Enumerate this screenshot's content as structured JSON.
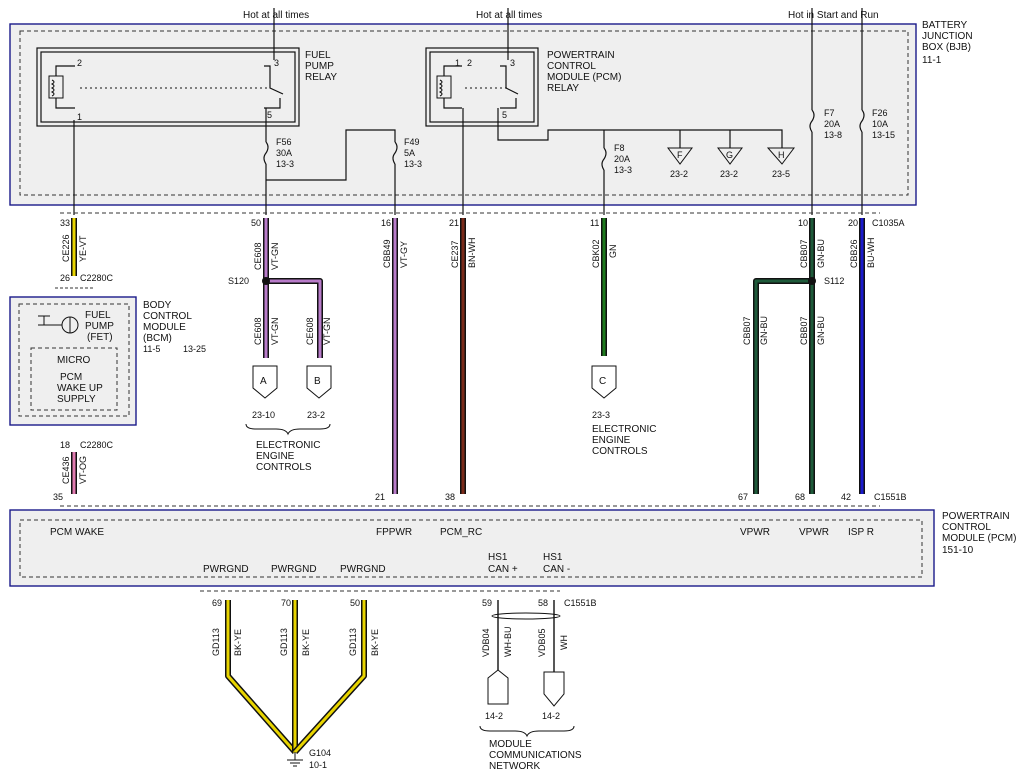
{
  "top_labels": {
    "hot_at_all_times_1": "Hot at all times",
    "hot_at_all_times_2": "Hot at all times",
    "hot_in_start_run": "Hot in Start and Run"
  },
  "bjb": {
    "title_lines": [
      "BATTERY",
      "JUNCTION",
      "BOX (BJB)"
    ],
    "ref": "11-1"
  },
  "fuel_pump_relay": {
    "title_lines": [
      "FUEL",
      "PUMP",
      "RELAY"
    ],
    "pins": [
      "1",
      "2",
      "3",
      "5"
    ]
  },
  "pcm_relay": {
    "title_lines": [
      "POWERTRAIN",
      "CONTROL",
      "MODULE (PCM)",
      "RELAY"
    ],
    "pins": [
      "1",
      "2",
      "3",
      "5"
    ]
  },
  "fuses": [
    {
      "name": "F56",
      "rating": "30A",
      "ref": "13-3"
    },
    {
      "name": "F49",
      "rating": "5A",
      "ref": "13-3"
    },
    {
      "name": "F8",
      "rating": "20A",
      "ref": "13-3"
    },
    {
      "name": "F7",
      "rating": "20A",
      "ref": "13-8"
    },
    {
      "name": "F26",
      "rating": "10A",
      "ref": "13-15"
    }
  ],
  "grounds_bjb": [
    {
      "letter": "F",
      "ref": "23-2"
    },
    {
      "letter": "G",
      "ref": "23-2"
    },
    {
      "letter": "H",
      "ref": "23-5"
    }
  ],
  "wires": [
    {
      "circuit": "CE226",
      "color_code": "YE-VT",
      "pin_top": "33",
      "pin_bottom": "26",
      "color": "#e8d400"
    },
    {
      "circuit": "CE608",
      "color_code": "VT-GN",
      "pin_top": "50",
      "color": "#b87bc9"
    },
    {
      "circuit": "CBB49",
      "color_code": "VT-GY",
      "pin_top": "16",
      "pin_bottom": "21",
      "color": "#b87bc9"
    },
    {
      "circuit": "CE237",
      "color_code": "BN-WH",
      "pin_top": "21",
      "pin_bottom": "38",
      "color": "#7a2a1a"
    },
    {
      "circuit": "CBK02",
      "color_code": "GN",
      "pin_top": "11",
      "color": "#1e7a1e"
    },
    {
      "circuit": "CBB07",
      "color_code": "GN-BU",
      "pin_top": "10",
      "pin_bottom": "68",
      "color": "#1e5a3a"
    },
    {
      "circuit": "CBB26",
      "color_code": "BU-WH",
      "pin_top": "20",
      "pin_bottom": "42",
      "color": "#1a1acc"
    },
    {
      "circuit": "CE436",
      "color_code": "VT-OG",
      "pin_top": "18",
      "pin_bottom": "35",
      "color": "#e07ab0"
    }
  ],
  "branch_wires": {
    "ce608_a": {
      "circuit": "CE608",
      "color_code": "VT-GN"
    },
    "ce608_b": {
      "circuit": "CE608",
      "color_code": "VT-GN"
    },
    "cbb07_left": {
      "circuit": "CBB07",
      "color_code": "GN-BU",
      "pin_bottom": "67"
    },
    "cbb07_right": {
      "circuit": "CBB07",
      "color_code": "GN-BU"
    }
  },
  "connectors": {
    "c1035a": "C1035A",
    "c2280c_top": "C2280C",
    "c2280c_bottom": "C2280C",
    "c1551b_top": "C1551B",
    "c1551b_bottom": "C1551B"
  },
  "splices": {
    "s120": "S120",
    "s112": "S112"
  },
  "bcm": {
    "title_lines": [
      "BODY",
      "CONTROL",
      "MODULE",
      "(BCM)"
    ],
    "refs": [
      "11-5",
      "13-25"
    ],
    "fet_lines": [
      "FUEL",
      "PUMP",
      "(FET)"
    ],
    "micro": "MICRO",
    "wake_lines": [
      "PCM",
      "WAKE UP",
      "SUPPLY"
    ]
  },
  "page_refs": {
    "a": {
      "letter": "A",
      "ref": "23-10"
    },
    "b": {
      "letter": "B",
      "ref": "23-2"
    },
    "c": {
      "letter": "C",
      "ref": "23-3"
    }
  },
  "eec_labels": {
    "left": [
      "ELECTRONIC",
      "ENGINE",
      "CONTROLS"
    ],
    "right": [
      "ELECTRONIC",
      "ENGINE",
      "CONTROLS"
    ]
  },
  "pcm": {
    "title_lines": [
      "POWERTRAIN",
      "CONTROL",
      "MODULE (PCM)"
    ],
    "ref": "151-10",
    "pin_labels": {
      "pcm_wake": "PCM WAKE",
      "fppwr": "FPPWR",
      "pcm_rc": "PCM_RC",
      "vpwr1": "VPWR",
      "vpwr2": "VPWR",
      "isp_r": "ISP R",
      "pwrgnd1": "PWRGND",
      "pwrgnd2": "PWRGND",
      "pwrgnd3": "PWRGND",
      "hs1_can_plus": [
        "HS1",
        "CAN +"
      ],
      "hs1_can_minus": [
        "HS1",
        "CAN -"
      ]
    }
  },
  "ground_wires": [
    {
      "circuit": "GD113",
      "color_code": "BK-YE",
      "pin": "69"
    },
    {
      "circuit": "GD113",
      "color_code": "BK-YE",
      "pin": "70"
    },
    {
      "circuit": "GD113",
      "color_code": "BK-YE",
      "pin": "50"
    }
  ],
  "ground_point": {
    "name": "G104",
    "ref": "10-1"
  },
  "can_wires": [
    {
      "circuit": "VDB04",
      "color_code": "WH-BU",
      "pin": "59",
      "ref": "14-2"
    },
    {
      "circuit": "VDB05",
      "color_code": "WH",
      "pin": "58",
      "ref": "14-2"
    }
  ],
  "network_label": [
    "MODULE",
    "COMMUNICATIONS",
    "NETWORK"
  ],
  "colors": {
    "module_border": "#1a1a8a",
    "module_fill": "#efefef",
    "violet": "#b87bc9",
    "green": "#1e7a1e",
    "dark_green": "#1e5a3a",
    "blue": "#1a1acc",
    "brown": "#7a2a1a",
    "yellow": "#e8d400",
    "pink": "#e07ab0"
  }
}
